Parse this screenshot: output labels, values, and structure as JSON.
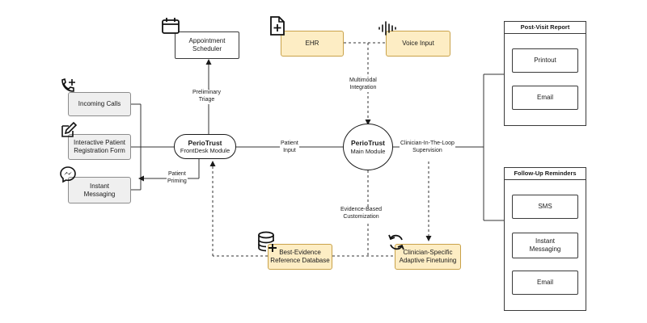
{
  "left_inputs": {
    "incoming_calls": "Incoming Calls",
    "registration_form": [
      "Interactive Patient",
      "Registration Form"
    ],
    "instant_messaging": [
      "Instant",
      "Messaging"
    ]
  },
  "appointment_scheduler": [
    "Appointment",
    "Scheduler"
  ],
  "frontdesk": {
    "title": "PerioTrust",
    "subtitle": "FrontDesk Module"
  },
  "main_module": {
    "title": "PerioTrust",
    "subtitle": "Main Module"
  },
  "ehr": "EHR",
  "voice_input": "Voice Input",
  "database": [
    "Best-Evidence",
    "Reference Database"
  ],
  "finetuning": [
    "Clinician-Specific",
    "Adaptive Finetuning"
  ],
  "edge_labels": {
    "preliminary_triage": [
      "Preliminary",
      "Triage"
    ],
    "patient_priming": [
      "Patient",
      "Priming"
    ],
    "patient_input": [
      "Patient",
      "Input"
    ],
    "multimodal_integration": [
      "Multimodal",
      "Integration"
    ],
    "clinician_supervision": [
      "Clinician-In-The-Loop",
      "Supervision"
    ],
    "evidence_customization": [
      "Evidence-Based",
      "Customization"
    ]
  },
  "post_visit_report": {
    "title": "Post-Visit Report",
    "items": [
      "Printout",
      "Email"
    ]
  },
  "follow_up_reminders": {
    "title": "Follow-Up Reminders",
    "items": [
      "SMS",
      "Instant\nMessaging",
      "Email"
    ]
  },
  "icons": [
    "phone-plus-icon",
    "edit-icon",
    "messenger-icon",
    "calendar-icon",
    "file-plus-icon",
    "sound-wave-icon",
    "database-plus-icon",
    "refresh-icon"
  ]
}
